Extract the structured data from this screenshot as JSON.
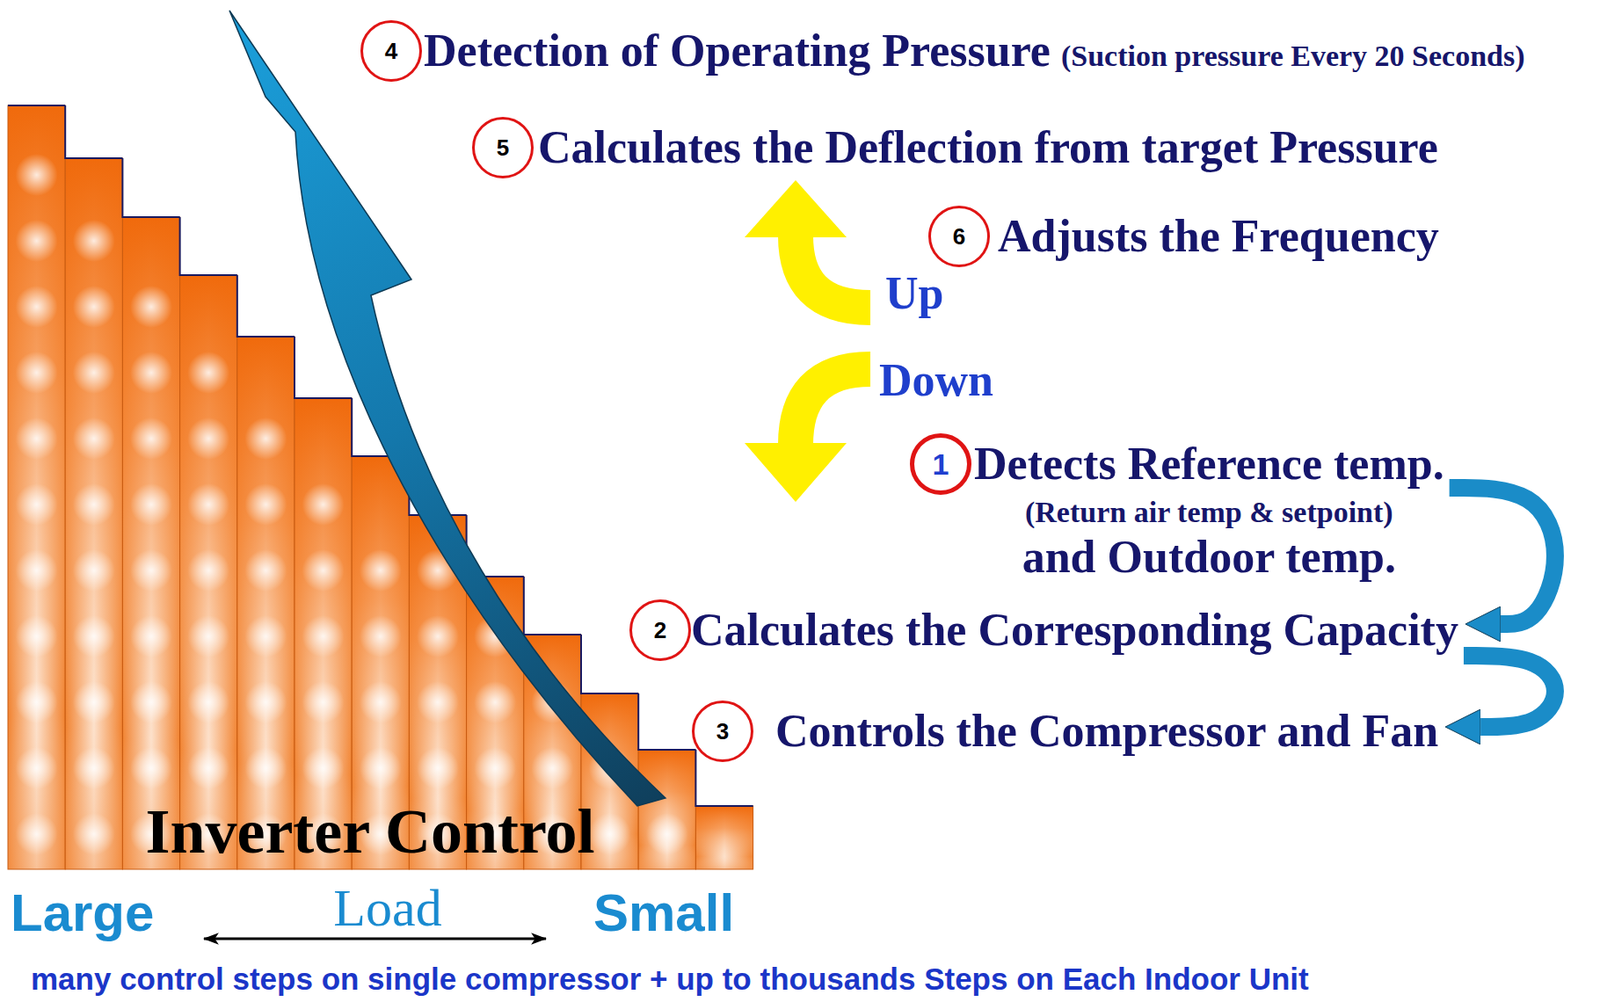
{
  "diagram": {
    "nodes": [
      {
        "text": [
          "4",
          "Detection of Operating Pressure",
          "(Suction pressure Every 20 Seconds)"
        ]
      },
      {
        "text": [
          "5",
          "Calculates the Deflection from target Pressure"
        ]
      },
      {
        "text": [
          "6",
          "Adjusts the Frequency"
        ]
      },
      {
        "text": [
          "1",
          "Detects Reference temp.",
          "(Return air temp & setpoint)",
          "and Outdoor temp."
        ]
      },
      {
        "text": [
          "2",
          "Calculates the Corresponding Capacity"
        ]
      },
      {
        "text": [
          "3",
          "Controls the Compressor and Fan"
        ]
      }
    ],
    "edges": [
      {
        "from": 3,
        "to": 4,
        "arrow": "to"
      },
      {
        "from": 4,
        "to": 5,
        "arrow": "to"
      }
    ],
    "labels": [
      "Up",
      "Down",
      "Inverter Control",
      "Large",
      "Load",
      "Small",
      "many control steps on single compressor + up to thousands Steps on Each Indoor Unit"
    ]
  }
}
